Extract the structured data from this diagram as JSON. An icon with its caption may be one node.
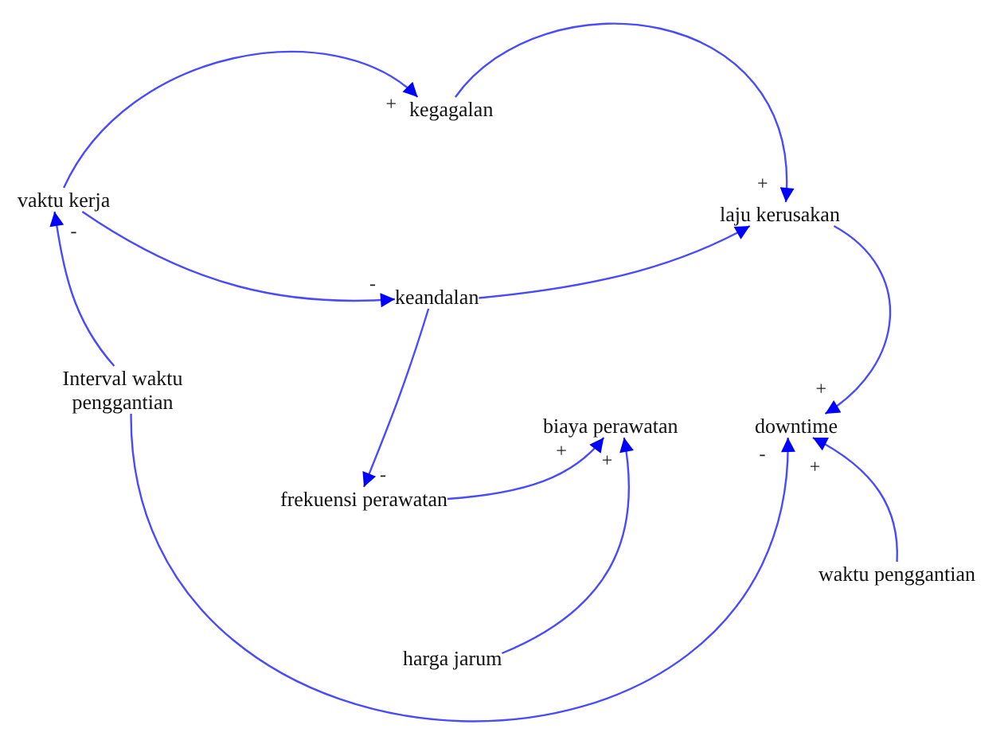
{
  "diagram": {
    "nodes": [
      {
        "text": [
          "kegagalan"
        ]
      },
      {
        "text": [
          "vaktu kerja"
        ]
      },
      {
        "text": [
          "laju kerusakan"
        ]
      },
      {
        "text": [
          "keandalan"
        ]
      },
      {
        "text": [
          "Interval waktu penggantian"
        ]
      },
      {
        "text": [
          "biaya perawatan"
        ]
      },
      {
        "text": [
          "downtime"
        ]
      },
      {
        "text": [
          "frekuensi perawatan"
        ]
      },
      {
        "text": [
          "waktu penggantian"
        ]
      },
      {
        "text": [
          "harga jarum"
        ]
      }
    ],
    "edges": [
      {
        "from": 1,
        "to": 0,
        "arrow": "to",
        "label": "+"
      },
      {
        "from": 0,
        "to": 2,
        "arrow": "to",
        "label": "+"
      },
      {
        "from": 1,
        "to": 3,
        "arrow": "to",
        "label": "-"
      },
      {
        "from": 3,
        "to": 2,
        "arrow": "to"
      },
      {
        "from": 2,
        "to": 6,
        "arrow": "to",
        "label": "+"
      },
      {
        "from": 3,
        "to": 7,
        "arrow": "to",
        "label": "-"
      },
      {
        "from": 4,
        "to": 1,
        "arrow": "to",
        "label": "-"
      },
      {
        "from": 7,
        "to": 5,
        "arrow": "to",
        "label": "+"
      },
      {
        "from": 9,
        "to": 5,
        "arrow": "to",
        "label": "+"
      },
      {
        "from": 4,
        "to": 6,
        "arrow": "to",
        "label": "-"
      },
      {
        "from": 8,
        "to": 6,
        "arrow": "to",
        "label": "+"
      }
    ]
  }
}
